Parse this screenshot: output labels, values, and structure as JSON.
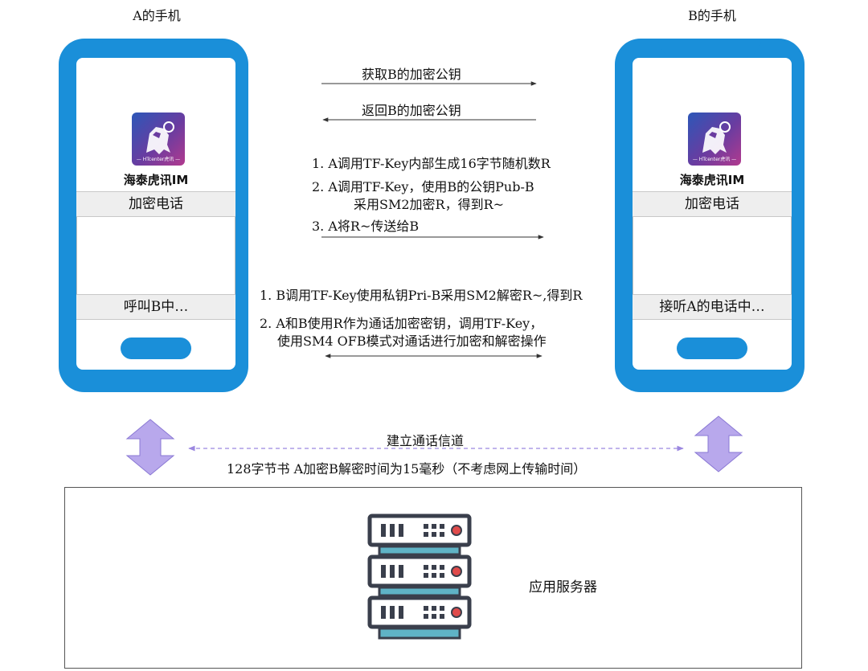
{
  "phone_a": {
    "title": "A的手机",
    "app_name": "海泰虎讯IM",
    "icon_caption": "— HTcenter虎讯 —",
    "header_label": "加密电话",
    "status_label": "呼叫B中…"
  },
  "phone_b": {
    "title": "B的手机",
    "app_name": "海泰虎讯IM",
    "icon_caption": "— HTcenter虎讯 —",
    "header_label": "加密电话",
    "status_label": "接听A的电话中…"
  },
  "messages": {
    "get_key": "获取B的加密公钥",
    "return_key": "返回B的加密公钥",
    "step_a1": "1. A调用TF-Key内部生成16字节随机数R",
    "step_a2_line1": "2. A调用TF-Key，使用B的公钥Pub-B",
    "step_a2_line2": "采用SM2加密R，得到R~",
    "step_a3": "3. A将R~传送给B",
    "step_b1": "1. B调用TF-Key使用私钥Pri-B采用SM2解密R~,得到R",
    "step_b2_line1": "2. A和B使用R作为通话加密密钥，调用TF-Key，",
    "step_b2_line2": "使用SM4 OFB模式对通话进行加密和解密操作"
  },
  "channel": {
    "label": "建立通话信道",
    "timing_note": "128字节书 A加密B解密时间为15毫秒（不考虑网上传输时间）"
  },
  "server": {
    "label": "应用服务器"
  },
  "colors": {
    "phone_blue": "#1a8fd9",
    "arrow_purple": "#9b87e0",
    "server_dark": "#3a3f4c",
    "server_teal": "#5fb3c6",
    "server_red": "#e04b4b"
  }
}
